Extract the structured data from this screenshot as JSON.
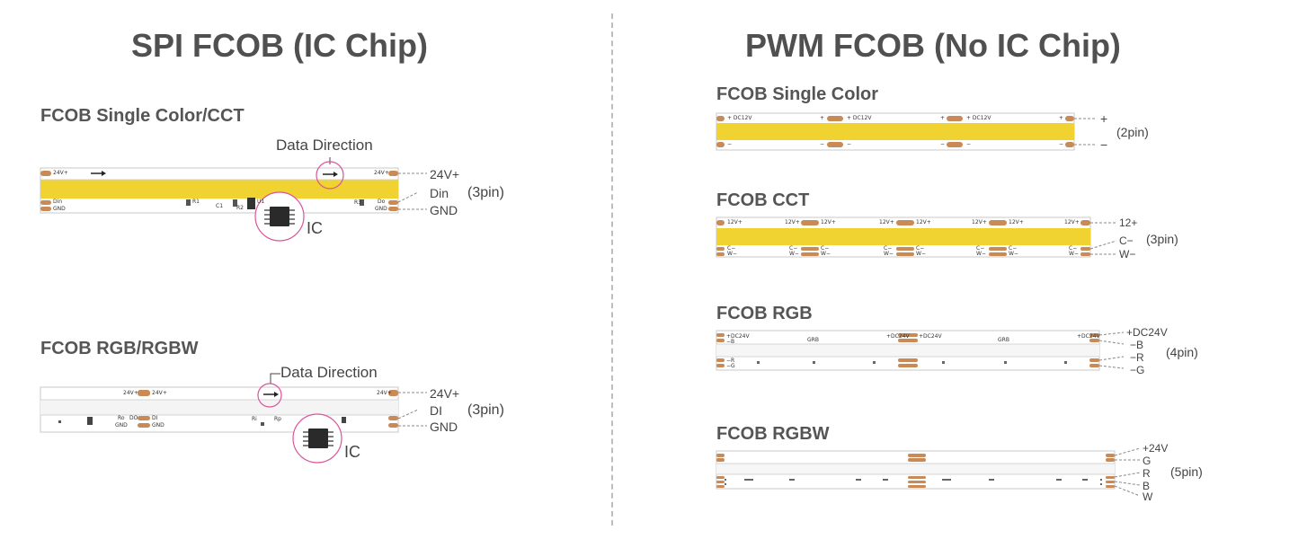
{
  "colors": {
    "strip_yellow": "#f0d230",
    "pad_copper": "#c98a55",
    "outline_gray": "#c8c8c8",
    "ic_circle_pink": "#d9559a",
    "text_dark": "#444444"
  },
  "spi": {
    "title": "SPI FCOB (IC Chip)",
    "single": {
      "heading": "FCOB  Single Color/CCT",
      "data_direction": "Data Direction",
      "ic_label": "IC",
      "pin_count": "(3pin)",
      "wires": [
        "24V+",
        "Din",
        "GND"
      ],
      "pcb_labels": {
        "left_top": "24V+",
        "left_mid": "Din",
        "left_bot": "GND",
        "right_top": "24V+",
        "right_mid": "Do",
        "right_bot": "GND",
        "r1": "R1",
        "c1": "C1",
        "u1": "U1",
        "r2": "R2",
        "r3": "R3"
      }
    },
    "rgb": {
      "heading": "FCOB RGB/RGBW",
      "data_direction": "Data Direction",
      "ic_label": "IC",
      "pin_count": "(3pin)",
      "wires": [
        "24V+",
        "DI",
        "GND"
      ],
      "pcb_labels": {
        "top_a": "24V+",
        "top_b": "24V+",
        "top_right": "24V+",
        "ro": "Ro",
        "do": "DO",
        "di": "DI",
        "gnd_a": "GND",
        "gnd_b": "GND",
        "ri": "Ri",
        "rp": "Rp"
      }
    }
  },
  "pwm": {
    "title": "PWM FCOB (No IC Chip)",
    "single": {
      "heading": "FCOB Single Color",
      "pin_count": "(2pin)",
      "wires": [
        "+",
        "−"
      ],
      "pcb_label": "+ DC12V",
      "plus": "+",
      "minus": "−"
    },
    "cct": {
      "heading": "FCOB CCT",
      "pin_count": "(3pin)",
      "wires": [
        "12+",
        "C−",
        "W−"
      ],
      "pcb_labels": {
        "v": "12V+",
        "c": "C−",
        "w": "W−"
      }
    },
    "rgb": {
      "heading": "FCOB RGB",
      "pin_count": "(4pin)",
      "wires": [
        "+DC24V",
        "−B",
        "−R",
        "−G"
      ],
      "pcb_labels": {
        "v": "+DC24V",
        "b": "−B",
        "r": "−R",
        "g": "−G",
        "grb": "GRB"
      }
    },
    "rgbw": {
      "heading": "FCOB RGBW",
      "pin_count": "(5pin)",
      "wires": [
        "+24V",
        "G",
        "R",
        "B",
        "W"
      ]
    }
  }
}
